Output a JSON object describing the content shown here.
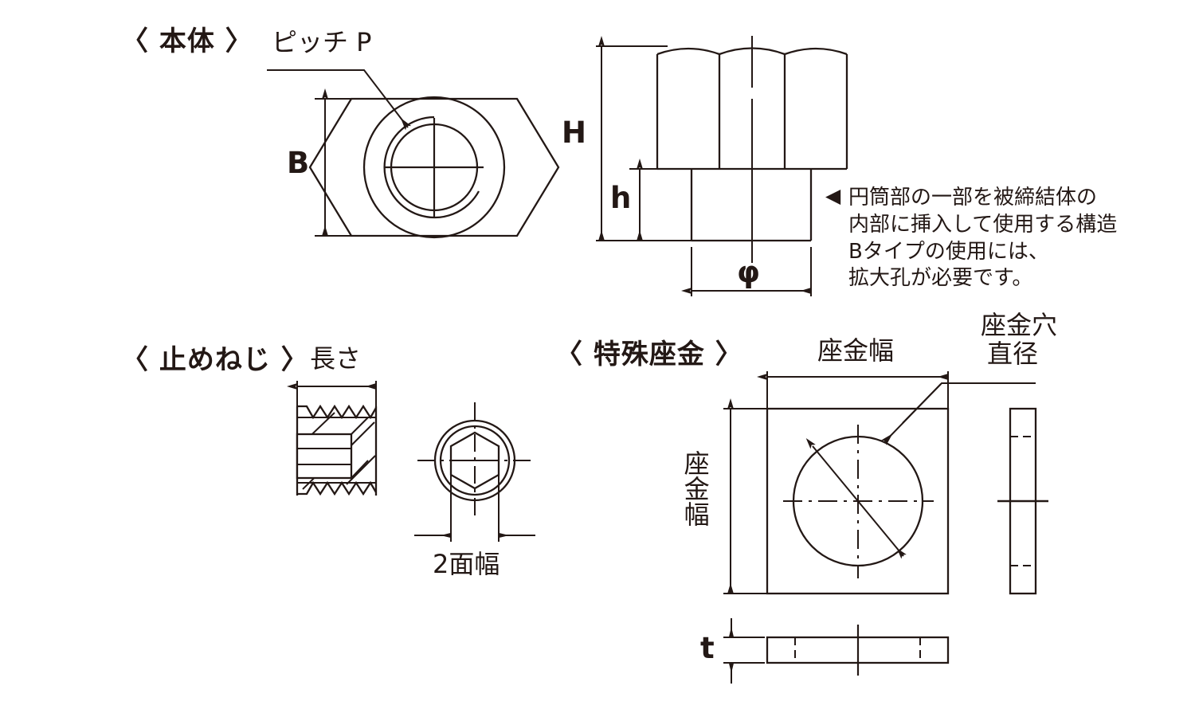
{
  "drawing": {
    "title_sections": {
      "body": "〈 本体 〉",
      "set_screw": "〈 止めねじ 〉",
      "special_washer": "〈 特殊座金 〉"
    },
    "body_view": {
      "pitch_label": "ピッチ P",
      "width_across_flats": "B",
      "height_total": "H",
      "height_shank": "h",
      "diameter": "φ",
      "note": "円筒部の一部を被締結体の\n内部に挿入して使用する構造\nBタイプの使用には、\n拡大孔が必要です。",
      "note_marker": "◀"
    },
    "set_screw_view": {
      "length_label": "長さ",
      "across_flats_label": "2面幅"
    },
    "washer_view": {
      "width_label_top": "座金幅",
      "width_label_side": "座金幅",
      "hole_diameter_label": "座金穴\n直径",
      "hole_diameter_line1": "座金穴",
      "hole_diameter_line2": "直径",
      "thickness_label": "t"
    },
    "colors": {
      "ink": "#231815",
      "line": "#1a1a1a",
      "background": "#ffffff"
    }
  }
}
